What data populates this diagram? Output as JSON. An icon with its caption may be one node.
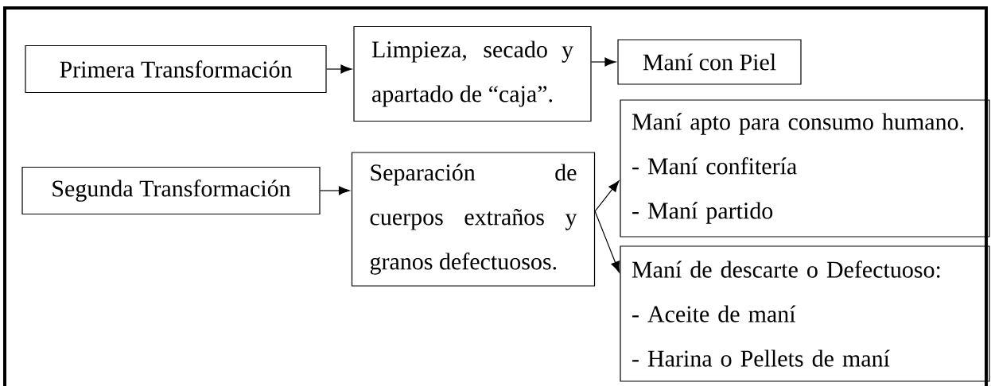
{
  "diagram": {
    "nodes": [
      {
        "text": [
          "Primera Transformación"
        ]
      },
      {
        "text": [
          "Limpieza, secado y apartado de “caja”."
        ]
      },
      {
        "text": [
          "Maní con Piel"
        ]
      },
      {
        "text": [
          "Segunda Transformación"
        ]
      },
      {
        "text": [
          "Separación de cuerpos extraños y granos defectuosos."
        ]
      },
      {
        "text": [
          "Maní apto para consumo humano.",
          "- Maní confitería",
          "- Maní partido"
        ]
      },
      {
        "text": [
          "Maní de descarte o Defectuoso:",
          "- Aceite de maní",
          "- Harina o Pellets de maní"
        ]
      }
    ],
    "edges": [
      {
        "from": 0,
        "to": 1,
        "arrow": "to"
      },
      {
        "from": 1,
        "to": 2,
        "arrow": "to"
      },
      {
        "from": 3,
        "to": 4,
        "arrow": "to"
      },
      {
        "from": 4,
        "to": 5,
        "arrow": "to"
      },
      {
        "from": 4,
        "to": 6,
        "arrow": "to"
      }
    ]
  }
}
